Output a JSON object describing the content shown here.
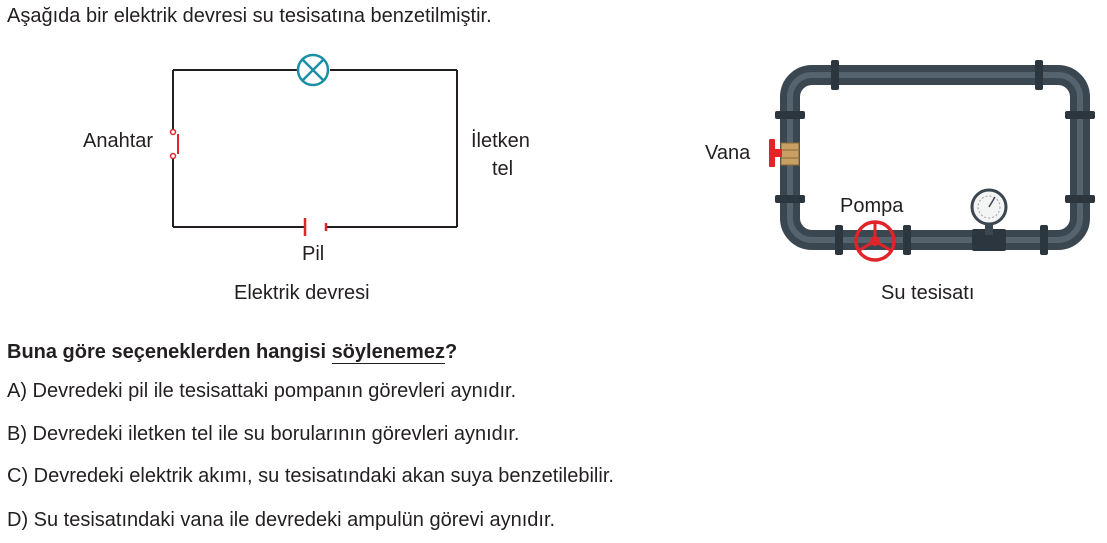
{
  "intro": "Aşağıda bir elektrik devresi su tesisatına benzetilmiştir.",
  "circuit": {
    "switch_label": "Anahtar",
    "wire_label_line1": "İletken",
    "wire_label_line2": "tel",
    "battery_label": "Pil",
    "caption": "Elektrik devresi",
    "lamp_icon": "lamp-icon",
    "switch_color": "#e0242a",
    "lamp_color": "#1b8fa6"
  },
  "plumbing": {
    "valve_label": "Vana",
    "pump_label": "Pompa",
    "caption": "Su tesisatı",
    "pipe_color": "#3a4650",
    "valve_color": "#e0242a",
    "pump_color": "#e0242a"
  },
  "question": {
    "prefix": "Buna göre seçeneklerden hangisi ",
    "underlined": "söylenemez",
    "suffix": "?"
  },
  "options": [
    "A) Devredeki pil ile tesisattaki pompanın görevleri aynıdır.",
    "B) Devredeki iletken tel ile su borularının görevleri aynıdır.",
    "C) Devredeki elektrik akımı, su tesisatındaki akan suya benzetilebilir.",
    "D) Su tesisatındaki vana ile devredeki ampulün görevi aynıdır."
  ]
}
